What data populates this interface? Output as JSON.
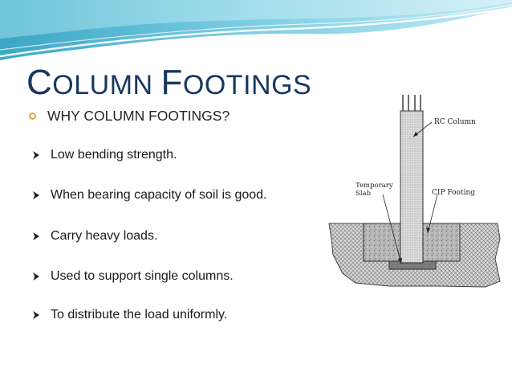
{
  "slide": {
    "title_first": "C",
    "title_rest_1": "OLUMN ",
    "title_second": "F",
    "title_rest_2": "OOTINGS",
    "subheading": "WHY COLUMN FOOTINGS?",
    "bullets": [
      " Low bending strength.",
      " When bearing capacity of soil is good.",
      "Carry heavy loads.",
      "Used to support single columns.",
      "To distribute the load uniformly."
    ],
    "colors": {
      "title": "#17375e",
      "bullet_accent": "#e8a33d",
      "banner_light": "#cfeef6",
      "banner_mid": "#7fcfe3",
      "banner_dark": "#3aa6c4"
    }
  },
  "diagram": {
    "labels": {
      "column": "RC Column",
      "slab_line1": "Temporary",
      "slab_line2": "Slab",
      "footing": "CIP Footing"
    }
  }
}
